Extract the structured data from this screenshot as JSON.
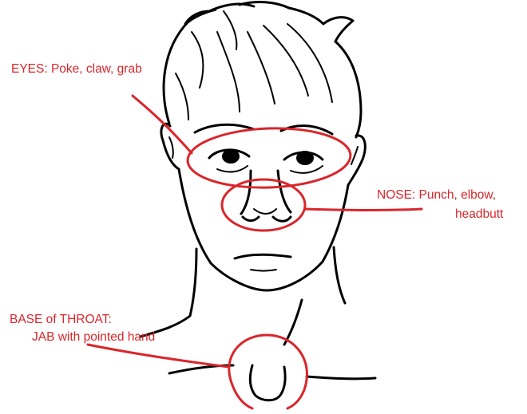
{
  "annotations": {
    "eyes": {
      "target": "EYES",
      "technique": "Poke, claw, grab",
      "text": "EYES: Poke, claw, grab"
    },
    "nose": {
      "line1": "NOSE: Punch, elbow,",
      "line2": "headbutt"
    },
    "throat": {
      "line1": "BASE of THROAT:",
      "line2": "JAB with pointed hand"
    }
  },
  "colors": {
    "annotation": "#d9262b",
    "ink": "#000000",
    "background": "#ffffff"
  }
}
